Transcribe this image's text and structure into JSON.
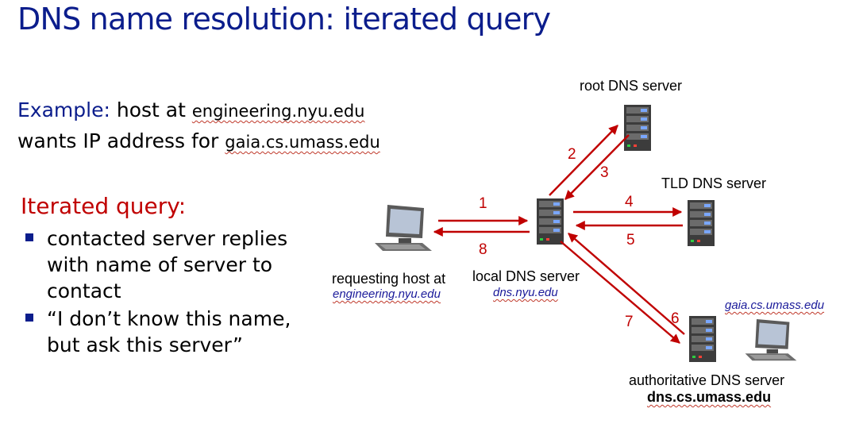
{
  "title": "DNS name resolution: iterated query",
  "example": {
    "label": "Example:",
    "line1_text": "host at",
    "line1_host": "engineering.nyu.edu",
    "line2_text": "wants IP address for",
    "line2_host": "gaia.cs.umass.edu"
  },
  "iterated": {
    "title": "Iterated query:",
    "bullets": [
      "contacted server replies with name of server to contact",
      "“I don’t know this name, but ask this server”"
    ]
  },
  "diagram": {
    "root_server": "root DNS server",
    "tld_server": "TLD DNS server",
    "requesting_host": "requesting host at",
    "requesting_host_domain": "engineering.nyu.edu",
    "local_server": "local DNS server",
    "local_server_domain": "dns.nyu.edu",
    "auth_server": "authoritative DNS server",
    "auth_server_domain": "dns.cs.umass.edu",
    "target_host": "gaia.cs.umass.edu",
    "steps": [
      "1",
      "2",
      "3",
      "4",
      "5",
      "6",
      "7",
      "8"
    ],
    "arrow_color": "#c00000"
  }
}
